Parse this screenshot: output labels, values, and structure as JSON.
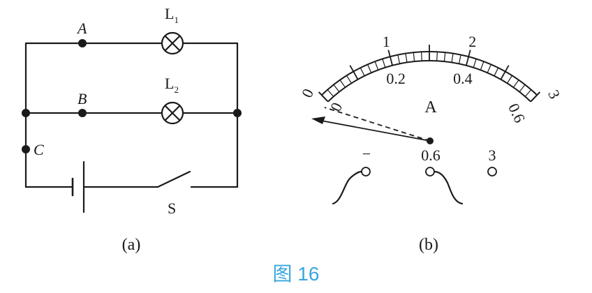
{
  "figure": {
    "caption": "图 16",
    "caption_color": "#3aa6dd",
    "ink_color": "#1a1a1a"
  },
  "circuit_a": {
    "panel_label": "(a)",
    "nodes": {
      "A": "A",
      "B": "B",
      "C": "C"
    },
    "lamps": {
      "L1": {
        "letter": "L",
        "sub": "1"
      },
      "L2": {
        "letter": "L",
        "sub": "2"
      }
    },
    "switch_label": "S"
  },
  "ammeter_b": {
    "panel_label": "(b)",
    "center_symbol": "A",
    "scale_top": [
      "1",
      "2",
      "3"
    ],
    "scale_bottom": [
      "0.2",
      "0.4",
      "0.6"
    ],
    "zero_top": "0",
    "zero_bottom": "0",
    "terminals": {
      "negative": "−",
      "mid": "0.6",
      "high": "3"
    }
  }
}
